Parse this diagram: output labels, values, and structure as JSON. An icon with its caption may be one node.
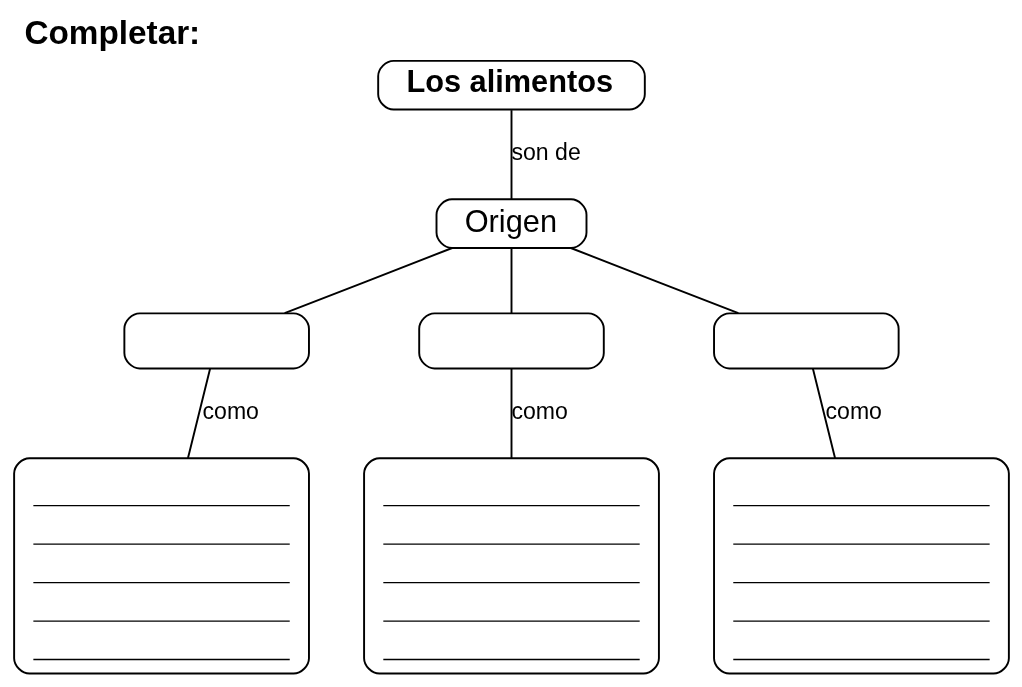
{
  "diagram": {
    "title": "Completar:",
    "nodes": [
      {
        "text": [
          "Los alimentos"
        ]
      },
      {
        "text": [
          "Origen"
        ]
      },
      {
        "text": [],
        "shape": "box"
      },
      {
        "text": [],
        "shape": "box"
      },
      {
        "text": [],
        "shape": "box"
      },
      {
        "text": [],
        "shape": "box"
      },
      {
        "text": [],
        "shape": "box"
      },
      {
        "text": [],
        "shape": "box"
      }
    ],
    "edges": [
      {
        "from": 0,
        "to": 1,
        "arrow": "none",
        "label": "son de"
      },
      {
        "from": 1,
        "to": 2,
        "arrow": "none"
      },
      {
        "from": 1,
        "to": 3,
        "arrow": "none"
      },
      {
        "from": 1,
        "to": 4,
        "arrow": "none"
      },
      {
        "from": 2,
        "to": 5,
        "arrow": "none",
        "label": "como"
      },
      {
        "from": 3,
        "to": 6,
        "arrow": "none",
        "label": "como"
      },
      {
        "from": 4,
        "to": 7,
        "arrow": "none",
        "label": "como"
      }
    ]
  }
}
